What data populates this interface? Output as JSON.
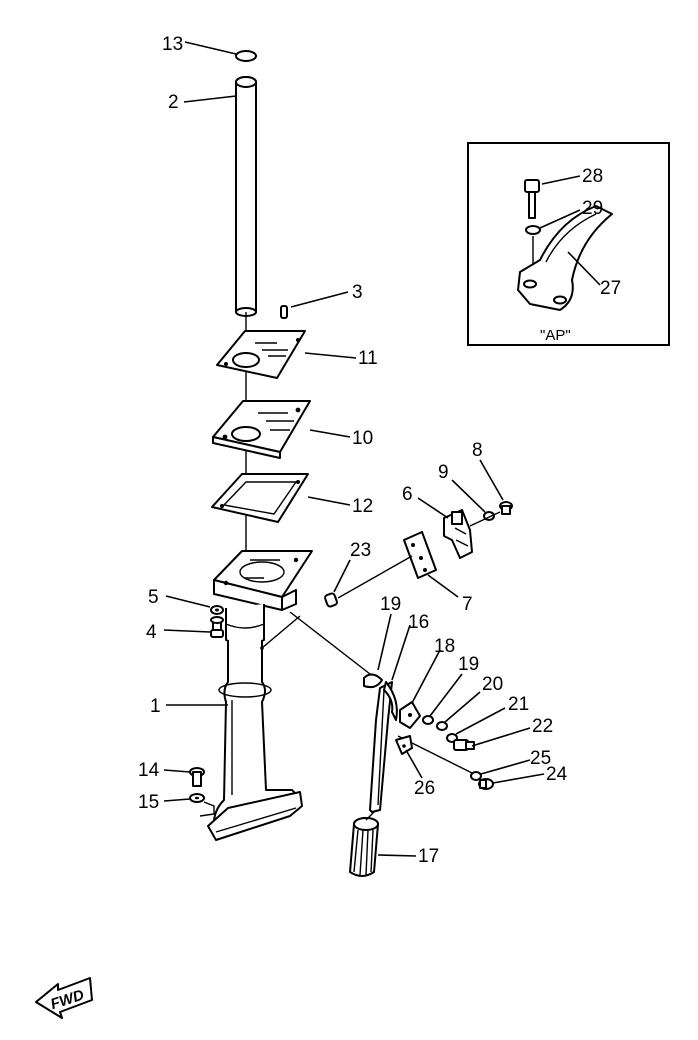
{
  "diagram": {
    "inset_caption": "\"AP\"",
    "direction_label": "FWD",
    "callouts": [
      {
        "id": "p13",
        "text": "13"
      },
      {
        "id": "p2",
        "text": "2"
      },
      {
        "id": "p3",
        "text": "3"
      },
      {
        "id": "p11",
        "text": "11"
      },
      {
        "id": "p10",
        "text": "10"
      },
      {
        "id": "p12",
        "text": "12"
      },
      {
        "id": "p8",
        "text": "8"
      },
      {
        "id": "p9",
        "text": "9"
      },
      {
        "id": "p6",
        "text": "6"
      },
      {
        "id": "p7",
        "text": "7"
      },
      {
        "id": "p23",
        "text": "23"
      },
      {
        "id": "p5",
        "text": "5"
      },
      {
        "id": "p4",
        "text": "4"
      },
      {
        "id": "p1",
        "text": "1"
      },
      {
        "id": "p19a",
        "text": "19"
      },
      {
        "id": "p16",
        "text": "16"
      },
      {
        "id": "p18",
        "text": "18"
      },
      {
        "id": "p19b",
        "text": "19"
      },
      {
        "id": "p20",
        "text": "20"
      },
      {
        "id": "p21",
        "text": "21"
      },
      {
        "id": "p22",
        "text": "22"
      },
      {
        "id": "p25",
        "text": "25"
      },
      {
        "id": "p24",
        "text": "24"
      },
      {
        "id": "p26",
        "text": "26"
      },
      {
        "id": "p14",
        "text": "14"
      },
      {
        "id": "p15",
        "text": "15"
      },
      {
        "id": "p17",
        "text": "17"
      },
      {
        "id": "p28",
        "text": "28"
      },
      {
        "id": "p29",
        "text": "29"
      },
      {
        "id": "p27",
        "text": "27"
      }
    ]
  }
}
